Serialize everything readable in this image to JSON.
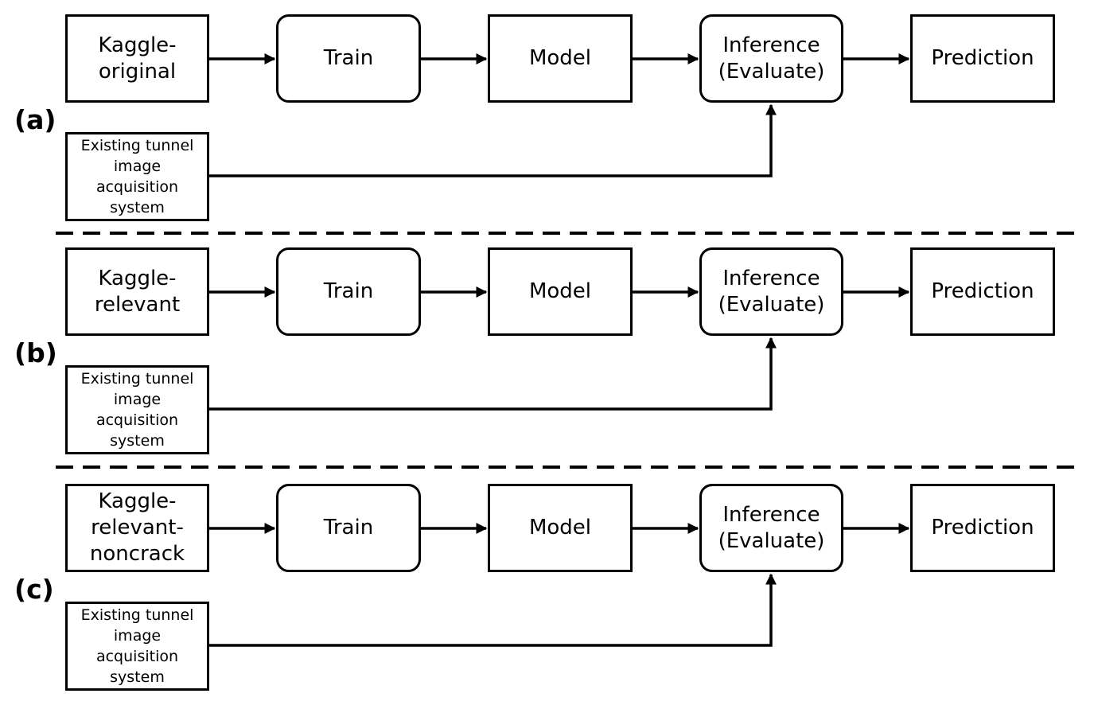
{
  "panels": [
    {
      "label": "(a)",
      "source": "Kaggle-\noriginal",
      "train": "Train",
      "model": "Model",
      "inference": "Inference\n(Evaluate)",
      "prediction": "Prediction",
      "acquisition": "Existing tunnel\nimage\nacquisition\nsystem"
    },
    {
      "label": "(b)",
      "source": "Kaggle-\nrelevant",
      "train": "Train",
      "model": "Model",
      "inference": "Inference\n(Evaluate)",
      "prediction": "Prediction",
      "acquisition": "Existing tunnel\nimage\nacquisition\nsystem"
    },
    {
      "label": "(c)",
      "source": "Kaggle-\nrelevant-\nnoncrack",
      "train": "Train",
      "model": "Model",
      "inference": "Inference\n(Evaluate)",
      "prediction": "Prediction",
      "acquisition": "Existing tunnel\nimage\nacquisition\nsystem"
    }
  ]
}
